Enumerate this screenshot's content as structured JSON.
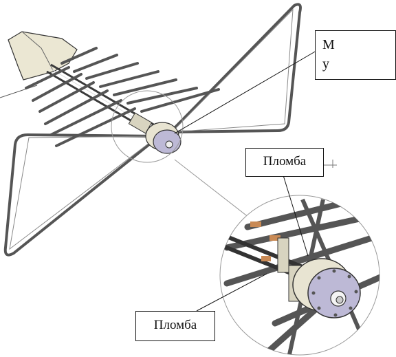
{
  "labels": {
    "top_callout_line1": "М",
    "top_callout_line2": "у",
    "seal_upper": "Пломба",
    "seal_lower": "Пломба"
  },
  "colors": {
    "line": "#4a4a4a",
    "metal_light": "#e8e4d2",
    "metal_face": "#bdb9d6",
    "copper": "#c98a55"
  }
}
